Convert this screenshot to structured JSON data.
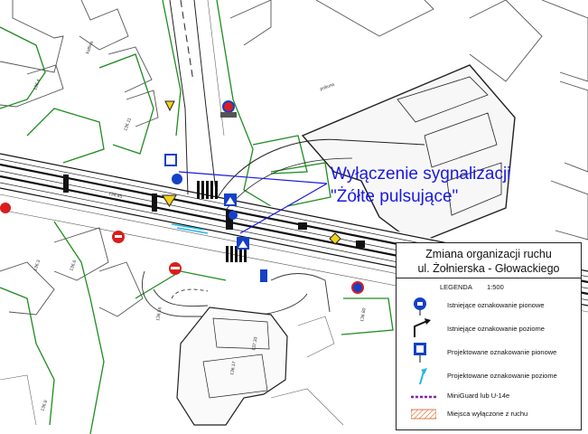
{
  "callout": {
    "line1": "Wyłączenie sygnalizacji",
    "line2": "\"Żółte pulsujące\""
  },
  "legend": {
    "title_line1": "Zmiana organizacji ruchu",
    "title_line2": "ul. Żołnierska - Głowackiego",
    "header_left": "LEGENDA",
    "scale": "1:500",
    "items": [
      {
        "label": "Istniejące oznakowanie pionowe",
        "symbol": "blue-circle-sign-icon"
      },
      {
        "label": "Istniejące oznakowanie poziome",
        "symbol": "black-arrow-icon"
      },
      {
        "label": "Projektowane oznakowanie pionowe",
        "symbol": "blue-square-sign-icon"
      },
      {
        "label": "Projektowane oznakowanie poziome",
        "symbol": "cyan-arrow-icon"
      },
      {
        "label": "MiniGuard lub U-14e",
        "symbol": "purple-dashed-line-icon"
      },
      {
        "label": "Miejsca wyłączone z ruchu",
        "symbol": "hatched-area-icon"
      }
    ]
  },
  "plan_labels": {
    "kotlina": "kotlina",
    "poltuna": "poltuna",
    "a136_1": "136.4",
    "a136_2": "136.11",
    "a136_3": "136.3",
    "a136_4": "136.6",
    "a136_5": "136.8",
    "a136_6": "136.17",
    "a136_7": "137.33",
    "a136_8": "136.80",
    "a136_9": "136.55",
    "a136_10": "136.85"
  },
  "colors": {
    "callout": "#1a1adf",
    "green_parcel": "#1e8c1e",
    "sign_blue": "#1540c8",
    "sign_red": "#d81e1e",
    "sign_yellow": "#f2d21a",
    "purple": "#8a1fb0",
    "hatch": "#e07a4a"
  }
}
